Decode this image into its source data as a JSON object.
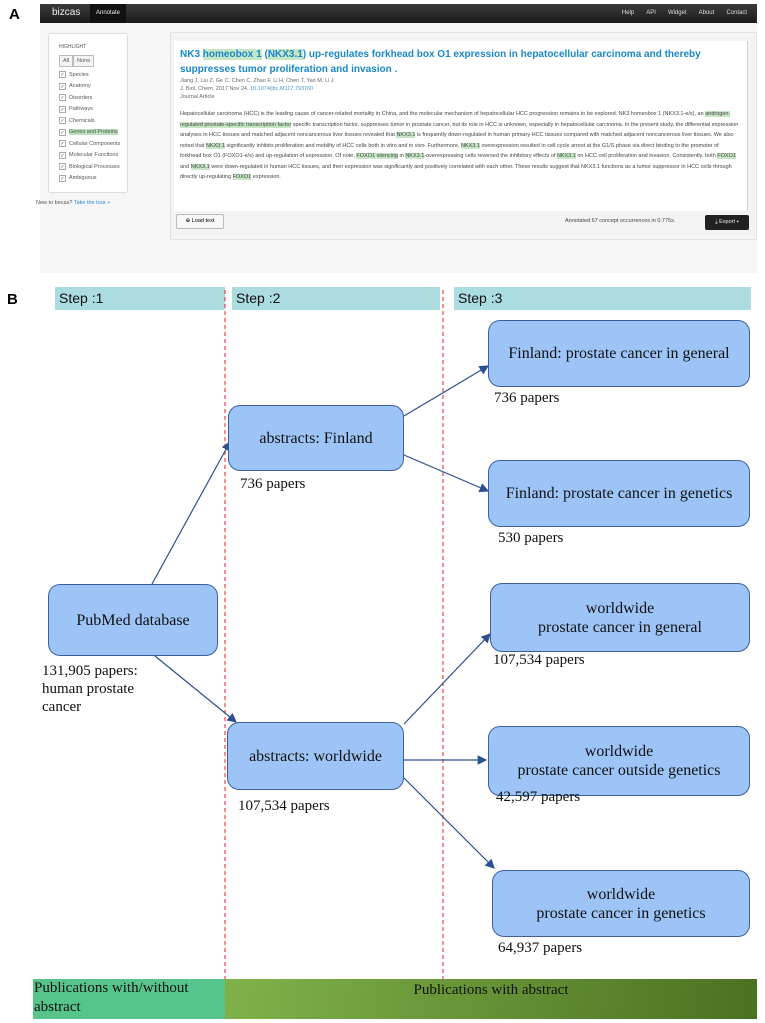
{
  "panel_a": {
    "label": "A",
    "nav": {
      "brand": "bizcas",
      "active": "Annotate",
      "links": [
        "Help",
        "API",
        "Widget",
        "About",
        "Contact"
      ]
    },
    "sidebar": {
      "heading": "HIGHLIGHT",
      "all": "All",
      "none": "None",
      "items": [
        {
          "label": "Species",
          "on": false
        },
        {
          "label": "Anatomy",
          "on": false
        },
        {
          "label": "Disorders",
          "on": false
        },
        {
          "label": "Pathways",
          "on": false
        },
        {
          "label": "Chemicals",
          "on": false
        },
        {
          "label": "Genes and Proteins",
          "on": true
        },
        {
          "label": "Cellular Components",
          "on": false
        },
        {
          "label": "Molecular Functions",
          "on": false
        },
        {
          "label": "Biological Processes",
          "on": false
        },
        {
          "label": "Ambiguous",
          "on": false
        }
      ],
      "tour_prefix": "New to becas?",
      "tour_link": "Take the tour »"
    },
    "article": {
      "title": [
        {
          "t": "NK3 "
        },
        {
          "t": "homeobox 1",
          "g": true
        },
        {
          "t": " ("
        },
        {
          "t": "NKX3.1",
          "g": true
        },
        {
          "t": ") up-regulates forkhead box O1  expression  in  hepatocellular carcinoma  and thereby suppresses  tumor  proliferation  and  invasion ."
        }
      ],
      "authors": "Jiang J, Liu Z, Ge C, Chen C, Zhao F, Li H, Chen T, Yao M, Li J",
      "journal": "J. Biol. Chem. 2017 Nov 24.",
      "doi": "10.1074/jbc.M117.793760",
      "type": "Journal Article",
      "body": [
        {
          "t": "Hepatocellular carcinoma (HCC) is the leading cause of cancer-related mortality in China, and the molecular mechanism of hepatocellular HCC progression remains to be explored. NK3 homeobox 1 (NKX3.1-e/s), an "
        },
        {
          "t": "androgen-regulated prostate-specific transcription factor",
          "g": true
        },
        {
          "t": " specific transcription factor, suppresses tumor in prostate cancer, but its role in HCC is unknown, especially in hepatocellular carcinoma. In the present study, the differential expression analyses in HCC tissues and matched adjacent noncancerous liver tissues revealed that "
        },
        {
          "t": "NKX3.1",
          "g": true
        },
        {
          "t": " is frequently down-regulated in human primary HCC tissues compared with matched adjacent noncancerous liver tissues. We also noted that "
        },
        {
          "t": "NKX3.1",
          "g": true
        },
        {
          "t": " significantly inhibits proliferation and mobility of HCC cells both in vitro and in vivo. Furthermore, "
        },
        {
          "t": "NKX3.1",
          "g": true
        },
        {
          "t": " overexpression resulted in cell cycle arrest at the G1/S phase via direct binding to the promoter of forkhead box O1 (FOXO1-e/s) and up-regulation of expression. Of note, "
        },
        {
          "t": "FOXO1 silencing",
          "g": true
        },
        {
          "t": " in "
        },
        {
          "t": "NKX3.1",
          "g": true
        },
        {
          "t": "-overexpressing cells reversed the inhibitory effects of "
        },
        {
          "t": "NKX3.1",
          "g": true
        },
        {
          "t": " on HCC cell proliferation and invasion. Consistently, both "
        },
        {
          "t": "FOXO1",
          "g": true
        },
        {
          "t": " and "
        },
        {
          "t": "NKX3.1",
          "g": true
        },
        {
          "t": " were down-regulated in human HCC tissues, and their expression was significantly and positively correlated with each other. These results suggest that NKX3.1 functions as a tumor suppressor in HCC cells through directly up-regulating "
        },
        {
          "t": "FOXO1",
          "g": true
        },
        {
          "t": " expression."
        }
      ]
    },
    "load_text": "Load text",
    "annotated": "Annotated 67 concept occurrences in 0.775s.",
    "export": "Export"
  },
  "panel_b": {
    "label": "B",
    "steps": [
      "Step :1",
      "Step :2",
      "Step :3"
    ],
    "nodes": {
      "pubmed": {
        "label": "PubMed database",
        "caption": "131,905 papers:\nhuman prostate\ncancer"
      },
      "finland": {
        "label": "abstracts:  Finland",
        "caption": "736 papers"
      },
      "worldwide": {
        "label": "abstracts: worldwide",
        "caption": "107,534 papers"
      },
      "fin_general": {
        "label": "Finland: prostate cancer in general",
        "caption": "736 papers"
      },
      "fin_genetics": {
        "label": "Finland: prostate cancer in genetics",
        "caption": "530 papers"
      },
      "ww_general": {
        "label": "worldwide\nprostate cancer in general",
        "caption": "107,534 papers"
      },
      "ww_outside": {
        "label": "worldwide\nprostate cancer outside genetics",
        "caption": "42,597 papers"
      },
      "ww_genetics": {
        "label": "worldwide\nprostate cancer in genetics",
        "caption": "64,937 papers"
      }
    },
    "footer": [
      "Publications with/without abstract",
      "Publications with abstract"
    ],
    "colors": {
      "box": "#9dc4f7",
      "border": "#3c5e9e",
      "step": "#abdcdf",
      "arrow": "#2b4f8f",
      "divider": "#e0202a"
    }
  }
}
